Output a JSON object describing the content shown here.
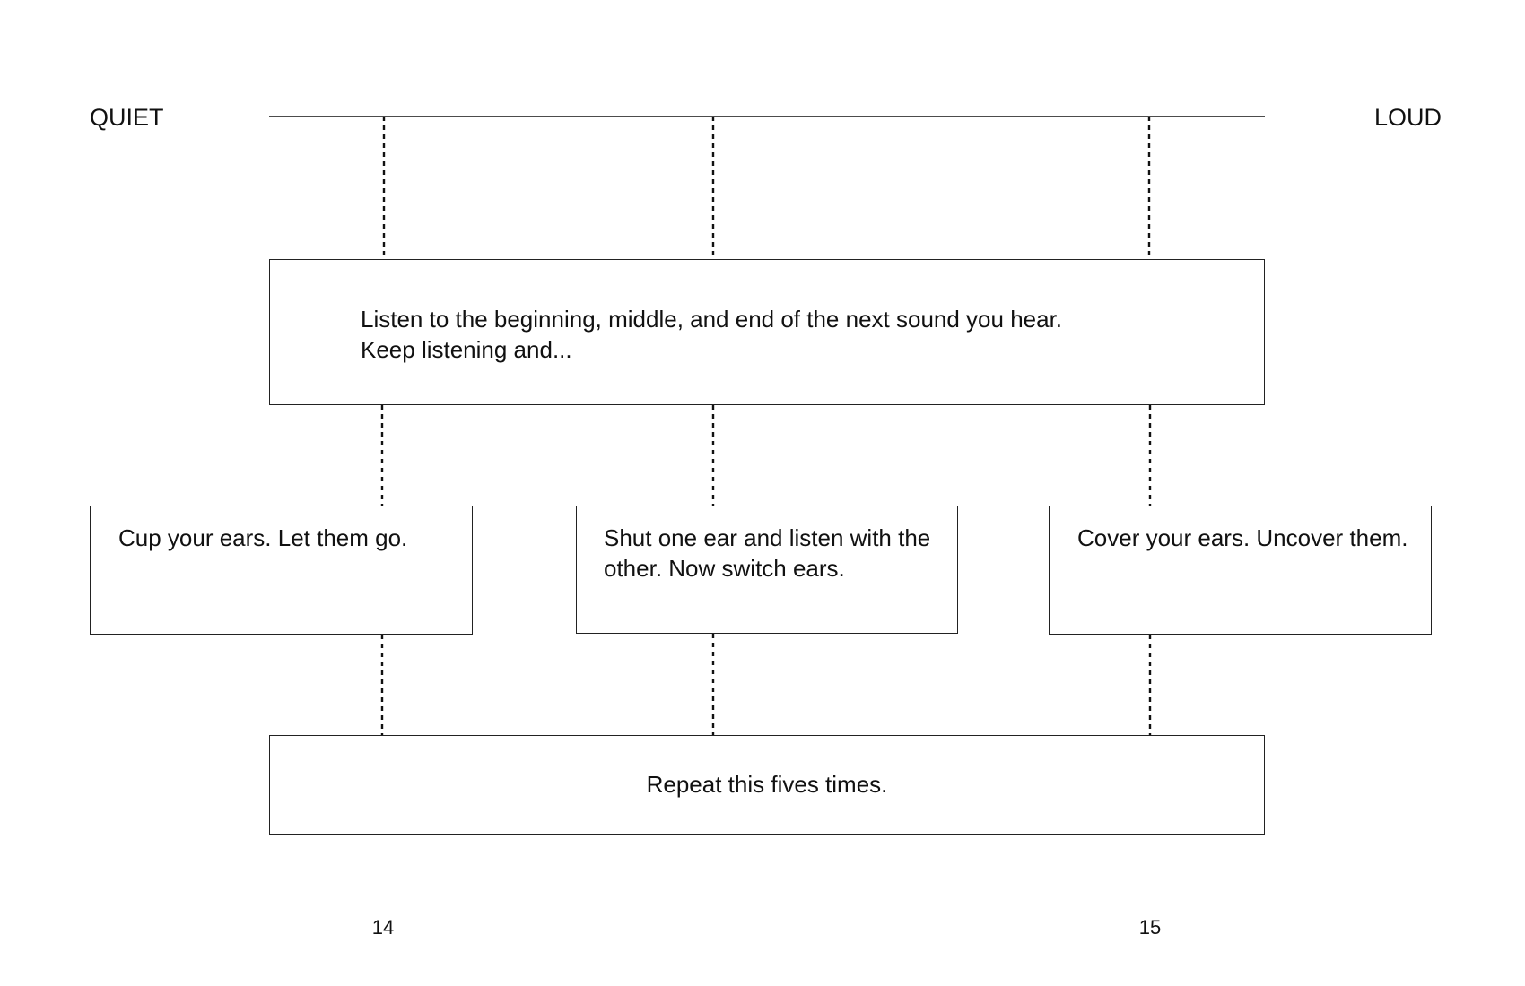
{
  "scale": {
    "left_label": "QUIET",
    "right_label": "LOUD"
  },
  "top_box": {
    "line1": "Listen to the beginning, middle, and end of the next sound you hear.",
    "line2": "Keep listening and..."
  },
  "steps": [
    {
      "text": "Cup your ears. Let them go."
    },
    {
      "text": "Shut one ear and listen with the other. Now switch ears."
    },
    {
      "text": "Cover your ears. Uncover them."
    }
  ],
  "bottom_box": {
    "text": "Repeat this fives times."
  },
  "page_numbers": {
    "left": "14",
    "right": "15"
  }
}
